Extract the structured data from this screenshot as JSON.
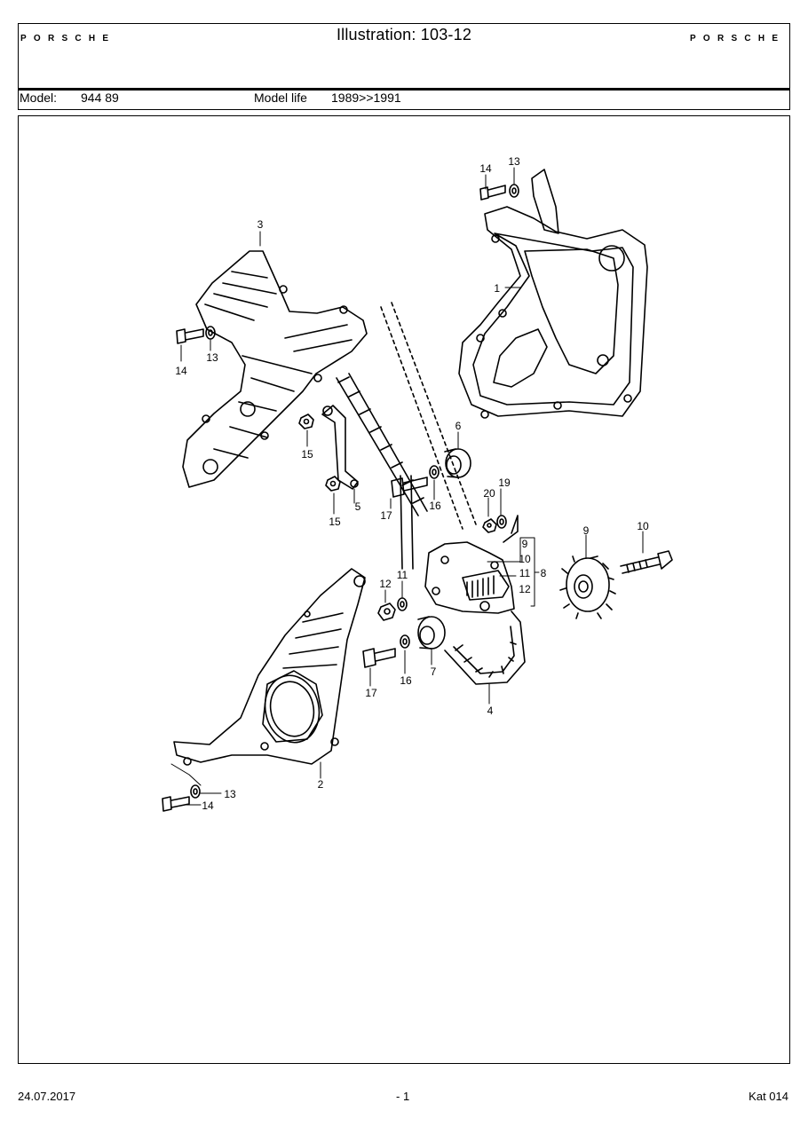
{
  "header": {
    "title": "Illustration: 103-12",
    "brand": "PORSCHE",
    "model_label": "Model:",
    "model_value": "944 89",
    "model_life_label": "Model life",
    "model_life_value": "1989>>1991"
  },
  "callouts": {
    "c1": "1",
    "c2": "2",
    "c3": "3",
    "c4": "4",
    "c5": "5",
    "c6": "6",
    "c7": "7",
    "c8": "8",
    "c9a": "9",
    "c9b": "9",
    "c10a": "10",
    "c10b": "10",
    "c11a": "11",
    "c11b": "11",
    "c12a": "12",
    "c12b": "12",
    "c13a": "13",
    "c13b": "13",
    "c13c": "13",
    "c14a": "14",
    "c14b": "14",
    "c14c": "14",
    "c15a": "15",
    "c15b": "15",
    "c16a": "16",
    "c16b": "16",
    "c17a": "17",
    "c17b": "17",
    "c19": "19",
    "c20": "20"
  },
  "footer": {
    "date": "24.07.2017",
    "page": "- 1",
    "catalog": "Kat 014"
  }
}
